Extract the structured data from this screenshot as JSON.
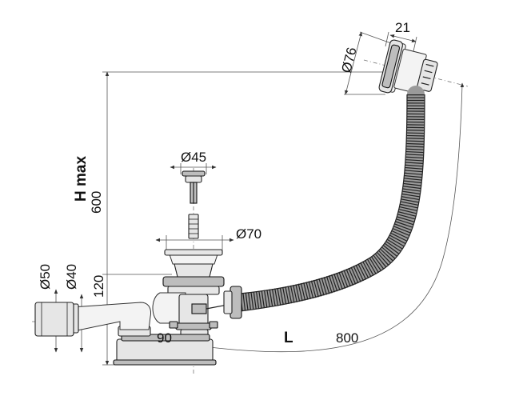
{
  "labels": {
    "height_title": "H max",
    "height_value": "600",
    "dia_cover": "Ø76",
    "cover_depth": "21",
    "dia_plug": "Ø45",
    "dia_waste": "Ø70",
    "dia_outlet_outer": "Ø50",
    "dia_outlet_inner": "Ø40",
    "outlet_height": "120",
    "outlet_offset": "90",
    "length_symbol": "L",
    "length_value": "800"
  }
}
